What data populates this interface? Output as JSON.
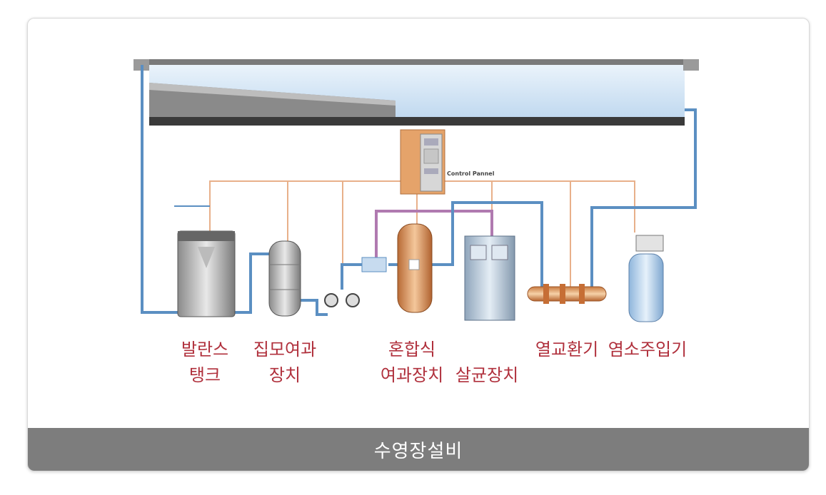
{
  "diagram": {
    "control_panel_label": "Control Pannel",
    "components": [
      {
        "id": "balance-tank",
        "lines": [
          "발란스",
          "탱크"
        ]
      },
      {
        "id": "filter",
        "lines": [
          "집모여과",
          "장치"
        ]
      },
      {
        "id": "mixed-filter",
        "lines": [
          "혼합식",
          "여과장치"
        ]
      },
      {
        "id": "sterilizer",
        "lines": [
          "살균장치"
        ]
      },
      {
        "id": "heat-exchanger",
        "lines": [
          "열교환기"
        ]
      },
      {
        "id": "chlorinator",
        "lines": [
          "염소주입기"
        ]
      }
    ]
  },
  "caption": "수영장설비",
  "colors": {
    "label": "#b0303c",
    "pipe_water": "#5b8fc2",
    "pipe_control": "#e8b08a",
    "pipe_chem": "#b07ab0",
    "caption_bar": "#7d7d7d"
  }
}
